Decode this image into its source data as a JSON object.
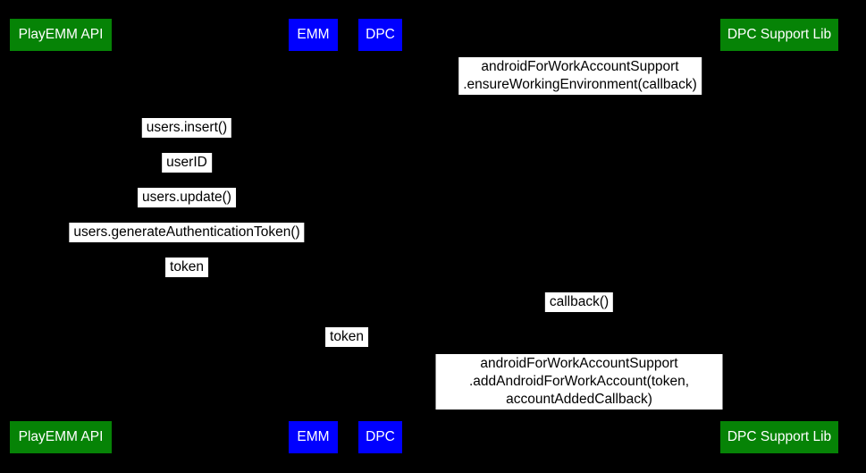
{
  "diagram": {
    "type": "sequence-diagram",
    "background_color": "#000000",
    "label_bg_color": "#ffffff",
    "label_text_color": "#000000",
    "actor_text_color": "#ffffff",
    "actor_green_color": "#068306",
    "actor_blue_color": "#0000ff",
    "actors": [
      {
        "label": "PlayEMM API",
        "color": "#068306"
      },
      {
        "label": "EMM",
        "color": "#0000ff"
      },
      {
        "label": "DPC",
        "color": "#0000ff"
      },
      {
        "label": "DPC Support Lib",
        "color": "#068306"
      }
    ],
    "messages": [
      {
        "label": "androidForWorkAccountSupport\n.ensureWorkingEnvironment(callback)",
        "between": [
          "DPC",
          "DPC Support Lib"
        ]
      },
      {
        "label": "users.insert()",
        "between": [
          "PlayEMM API",
          "EMM"
        ]
      },
      {
        "label": "userID",
        "between": [
          "PlayEMM API",
          "EMM"
        ]
      },
      {
        "label": "users.update()",
        "between": [
          "PlayEMM API",
          "EMM"
        ]
      },
      {
        "label": "users.generateAuthenticationToken()",
        "between": [
          "PlayEMM API",
          "EMM"
        ]
      },
      {
        "label": "token",
        "between": [
          "PlayEMM API",
          "EMM"
        ]
      },
      {
        "label": "callback()",
        "between": [
          "DPC",
          "DPC Support Lib"
        ]
      },
      {
        "label": "token",
        "between": [
          "EMM",
          "DPC"
        ]
      },
      {
        "label": "androidForWorkAccountSupport\n.addAndroidForWorkAccount(token, accountAddedCallback)",
        "between": [
          "DPC",
          "DPC Support Lib"
        ]
      }
    ]
  }
}
